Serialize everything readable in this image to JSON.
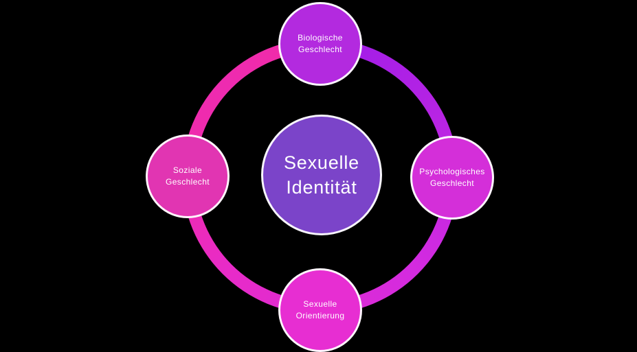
{
  "background_color": "#000000",
  "diagram": {
    "type": "cycle",
    "center": {
      "label": "Sexuelle Identität",
      "line1": "Sexuelle",
      "line2": "Identität",
      "color": "#7B44C9",
      "text_color": "#FFFFFF"
    },
    "nodes": [
      {
        "position": "top",
        "label": "Biologische Geschlecht",
        "line1": "Biologische",
        "line2": "Geschlecht",
        "color": "#B32ADF",
        "text_color": "#FFFFFF"
      },
      {
        "position": "right",
        "label": "Psychologisches Geschlecht",
        "line1": "Psychologisches",
        "line2": "Geschlecht",
        "color": "#D42FD9",
        "text_color": "#FFFFFF"
      },
      {
        "position": "bottom",
        "label": "Sexuelle Orientierung",
        "line1": "Sexuelle",
        "line2": "Orientierung",
        "color": "#E72ED2",
        "text_color": "#FFFFFF"
      },
      {
        "position": "left",
        "label": "Soziale Geschlecht",
        "line1": "Soziale",
        "line2": "Geschlecht",
        "color": "#E135B2",
        "text_color": "#FFFFFF"
      }
    ],
    "ring": {
      "gradient_colors_clockwise_from_top": [
        "#9E1CE8",
        "#D42BE0",
        "#E82BC8",
        "#F02BAC",
        "#EE2BB0"
      ],
      "hole_color": "#000000",
      "border_color": "#FFFFFF"
    }
  }
}
